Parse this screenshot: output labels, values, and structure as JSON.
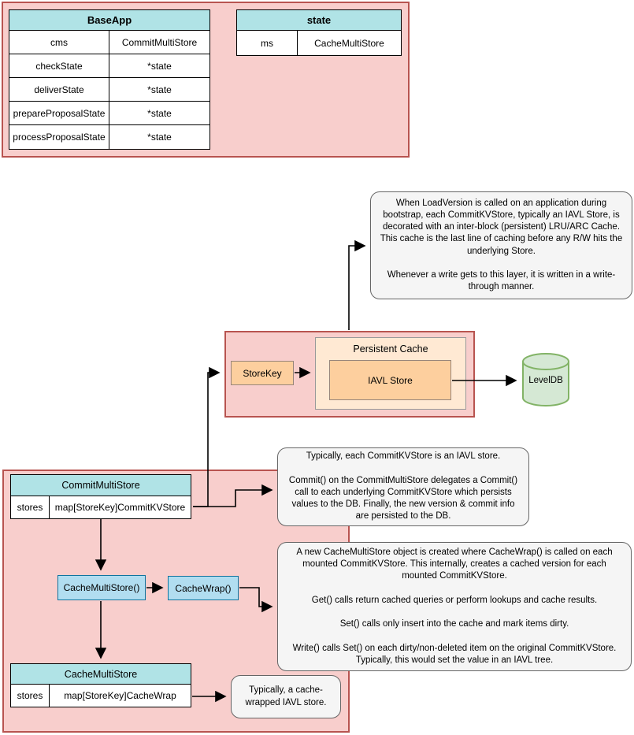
{
  "diagram": {
    "tables": {
      "baseapp": {
        "title": "BaseApp",
        "rows": [
          [
            "cms",
            "CommitMultiStore"
          ],
          [
            "checkState",
            "*state"
          ],
          [
            "deliverState",
            "*state"
          ],
          [
            "prepareProposalState",
            "*state"
          ],
          [
            "processProposalState",
            "*state"
          ]
        ]
      },
      "state": {
        "title": "state",
        "rows": [
          [
            "ms",
            "CacheMultiStore"
          ]
        ]
      },
      "commit_multi_store": {
        "title": "CommitMultiStore",
        "rows": [
          [
            "stores",
            "map[StoreKey]CommitKVStore"
          ]
        ]
      },
      "cache_multi_store": {
        "title": "CacheMultiStore",
        "rows": [
          [
            "stores",
            "map[StoreKey]CacheWrap"
          ]
        ]
      }
    },
    "nodes": {
      "store_key": "StoreKey",
      "persistent_cache": "Persistent Cache",
      "iavl_store": "IAVL Store",
      "leveldb": "LevelDB",
      "cache_multi_store_fn": "CacheMultiStore()",
      "cache_wrap_fn": "CacheWrap()"
    },
    "notes": {
      "load_version": "When LoadVersion is called on an application during bootstrap, each CommitKVStore, typically an IAVL Store, is decorated with an inter-block (persistent) LRU/ARC Cache. This cache is the last line of caching before any R/W hits the underlying Store.\n\nWhenever a write gets to this layer, it is written in a write-through manner.",
      "commit_delegates": "Typically, each CommitKVStore is an IAVL store.\n\nCommit() on the CommitMultiStore delegates a Commit() call to each underlying CommitKVStore which persists values to the DB. Finally, the new version & commit info are persisted to the DB.",
      "cache_wrap_behavior": "A new CacheMultiStore object is created where CacheWrap() is called on each mounted CommitKVStore. This internally, creates a cached version for each mounted CommitKVStore.\n\nGet() calls return cached queries or perform lookups and cache results.\n\nSet() calls only insert into the cache and mark items dirty.\n\nWrite() calls Set() on each dirty/non-deleted item on the original CommitKVStore. Typically, this would set the value in an IAVL tree.",
      "cache_wrapped": "Typically, a cache-wrapped IAVL store."
    },
    "colors": {
      "container_fill": "#f8cecc",
      "container_stroke": "#b85450",
      "table_header_fill": "#b0e3e6",
      "orange_fill": "#fdcf9e",
      "orange_light_fill": "#ffe9d3",
      "blue_fill": "#b1ddf0",
      "blue_stroke": "#10739e",
      "db_green_fill": "#d5e8d4",
      "db_green_stroke": "#82b366",
      "note_fill": "#f5f5f5",
      "note_stroke": "#666666"
    }
  }
}
